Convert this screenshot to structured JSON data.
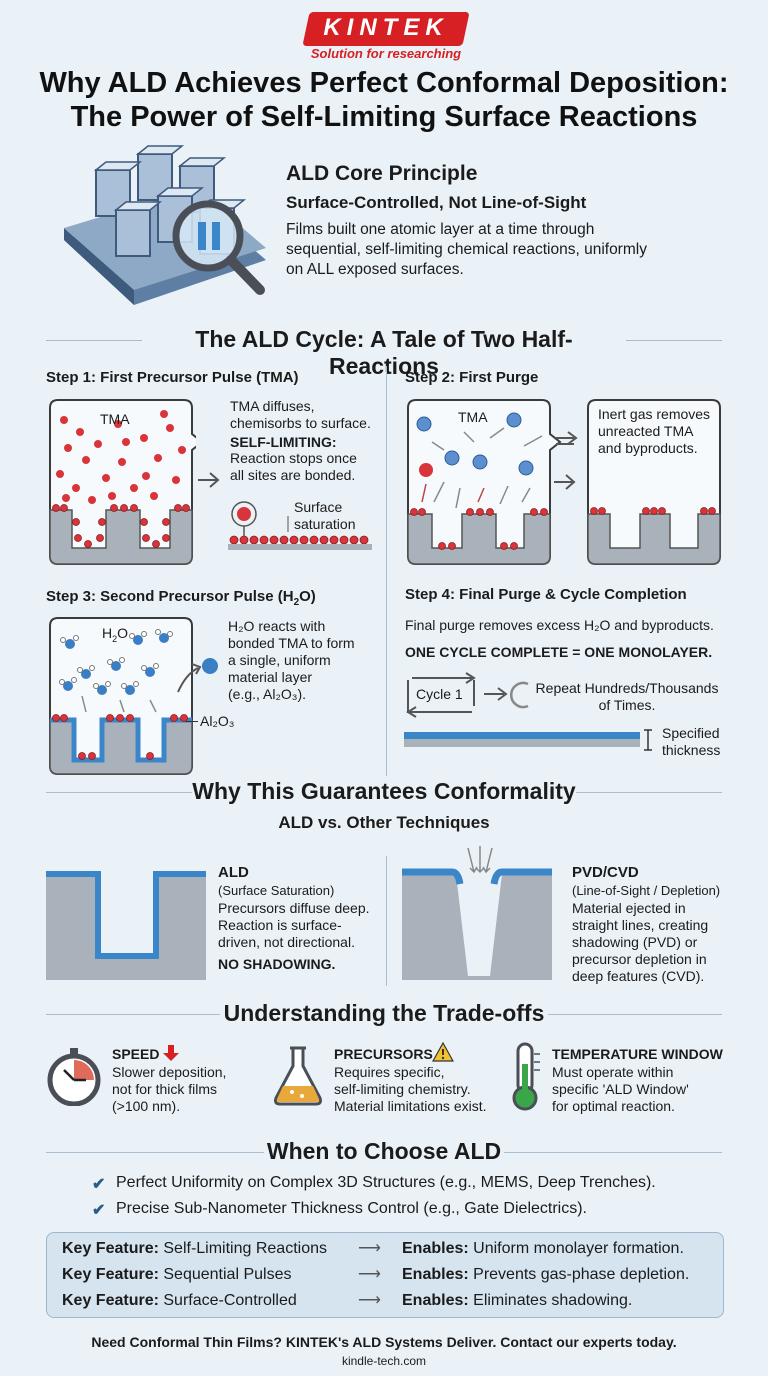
{
  "brand": {
    "name": "KINTEK",
    "tagline": "Solution for researching"
  },
  "title": {
    "line1": "Why ALD Achieves Perfect Conformal Deposition:",
    "line2": "The Power of Self-Limiting Surface Reactions"
  },
  "principle": {
    "heading": "ALD Core Principle",
    "subheading": "Surface-Controlled, Not Line-of-Sight",
    "lines": [
      "Films built one atomic layer at a time through",
      "sequential, self-limiting chemical reactions, uniformly",
      "on ALL exposed surfaces."
    ]
  },
  "cycle": {
    "heading": "The ALD Cycle: A Tale of Two Half-Reactions",
    "step1": {
      "title": "Step 1: First Precursor Pulse (TMA)",
      "chamber_label": "TMA",
      "desc": [
        "TMA diffuses,",
        "chemisorbs to surface."
      ],
      "self_limiting": "SELF-LIMITING:",
      "self_desc": [
        "Reaction stops once",
        "all sites are bonded."
      ],
      "saturation": [
        "Surface",
        "saturation"
      ]
    },
    "step2": {
      "title": "Step 2: First Purge",
      "chamber_label": "TMA",
      "desc": [
        "Inert gas removes",
        "unreacted TMA",
        "and byproducts."
      ]
    },
    "step3": {
      "title_prefix": "Step 3: Second Precursor Pulse (H",
      "title_sub": "2",
      "title_suffix": "O)",
      "chamber_label": "H",
      "chamber_sub": "2",
      "chamber_suffix": "O",
      "desc": [
        "H₂O reacts with",
        "bonded TMA to form",
        "a single, uniform",
        "material layer",
        "(e.g., Al₂O₃)."
      ],
      "layer_label": "Al₂O₃"
    },
    "step4": {
      "title": "Step 4: Final Purge & Cycle Completion",
      "desc": "Final purge removes excess H₂O and byproducts.",
      "complete": "ONE CYCLE COMPLETE = ONE MONOLAYER.",
      "cycle_label": "Cycle 1",
      "repeat": [
        "Repeat Hundreds/Thousands",
        "of Times."
      ],
      "thickness": [
        "Specified",
        "thickness"
      ]
    }
  },
  "conformality": {
    "heading": "Why This Guarantees Conformality",
    "subheading": "ALD vs. Other Techniques",
    "ald": {
      "name": "ALD",
      "paren": "(Surface Saturation)",
      "desc": [
        "Precursors diffuse deep.",
        "Reaction is surface-",
        "driven, not directional."
      ],
      "bold": "NO SHADOWING."
    },
    "pvd": {
      "name": "PVD/CVD",
      "paren": "(Line-of-Sight / Depletion)",
      "desc": [
        "Material ejected in",
        "straight lines, creating",
        "shadowing (PVD) or",
        "precursor depletion in",
        "deep features (CVD)."
      ]
    }
  },
  "tradeoffs": {
    "heading": "Understanding the Trade-offs",
    "items": [
      {
        "label": "SPEED",
        "desc": [
          "Slower deposition,",
          "not for thick films",
          "(>100 nm)."
        ]
      },
      {
        "label": "PRECURSORS",
        "desc": [
          "Requires specific,",
          "self-limiting chemistry.",
          "Material limitations exist."
        ]
      },
      {
        "label": "TEMPERATURE WINDOW",
        "desc": [
          "Must operate within",
          "specific 'ALD Window'",
          "for optimal reaction."
        ]
      }
    ]
  },
  "choose": {
    "heading": "When to Choose ALD",
    "checks": [
      "Perfect Uniformity on Complex 3D Structures (e.g., MEMS, Deep Trenches).",
      "Precise Sub-Nanometer Thickness Control (e.g., Gate Dielectrics)."
    ],
    "rows": [
      {
        "key": "Key Feature:",
        "feature": "Self-Limiting Reactions",
        "enables_key": "Enables:",
        "enables": "Uniform monolayer formation."
      },
      {
        "key": "Key Feature:",
        "feature": "Sequential Pulses",
        "enables_key": "Enables:",
        "enables": "Prevents gas-phase depletion."
      },
      {
        "key": "Key Feature:",
        "feature": "Surface-Controlled",
        "enables_key": "Enables:",
        "enables": "Eliminates shadowing."
      }
    ]
  },
  "footer": {
    "cta": "Need Conformal Thin Films? KINTEK's ALD Systems Deliver. Contact our experts today.",
    "url": "kindle-tech.com"
  },
  "colors": {
    "brand_red": "#d62024",
    "atom_red": "#d8343a",
    "layer_blue": "#3a86c8",
    "substrate_gray": "#a9b2bb",
    "bg": "#eaf2f8"
  }
}
